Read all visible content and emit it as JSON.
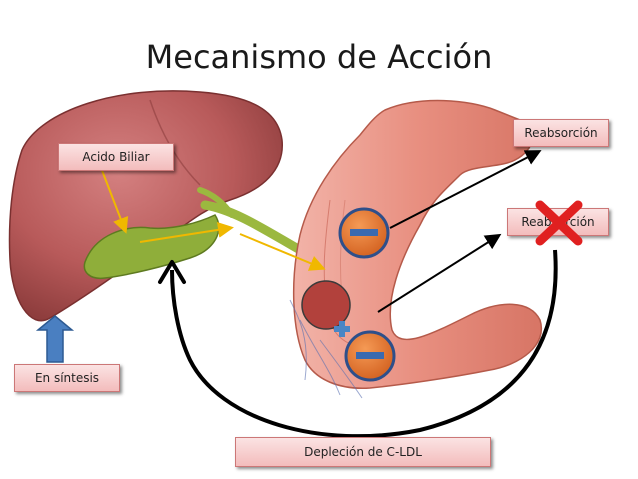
{
  "title": "Mecanismo de Acción",
  "labels": {
    "bile_acid": "Acido Biliar",
    "reabsorption_top": "Reabsorción",
    "reabsorption_blocked": "Reabsorción",
    "synthesis": "En síntesis",
    "depletion": "Depleción de C-LDL"
  },
  "symbols": {
    "minus_top": "minus-icon",
    "minus_bottom": "minus-icon",
    "plus": "plus-icon",
    "blocked": "x-mark-icon",
    "up_arrow": "up-arrow-icon"
  },
  "colors": {
    "liver": "#b85a5a",
    "gallbladder": "#8fae3a",
    "intestine": "#e89a8c",
    "label_fill": "#f3bcbc",
    "minus_fill": "#e07030",
    "plus_fill": "#4a86c5",
    "up_arrow": "#4a7fc1",
    "x_mark": "#e02020"
  }
}
